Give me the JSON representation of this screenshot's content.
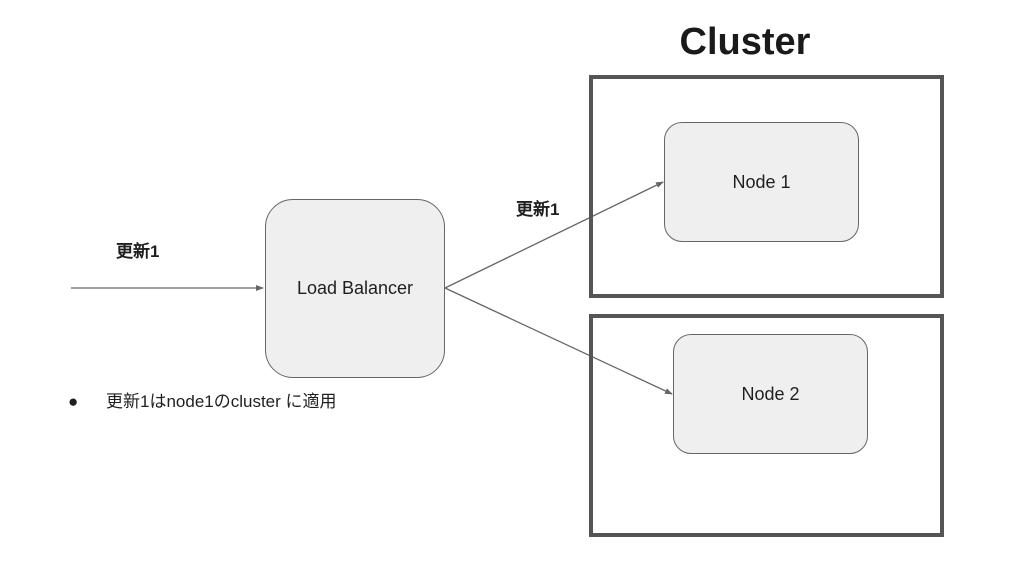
{
  "title": "Cluster",
  "nodes": {
    "load_balancer": "Load Balancer",
    "node_1": "Node 1",
    "node_2": "Node 2"
  },
  "labels": {
    "incoming": "更新1",
    "to_node_1": "更新1"
  },
  "note": {
    "bullet": "●",
    "text": "更新1はnode1のcluster に適用"
  },
  "colors": {
    "node_fill": "#efefef",
    "node_border": "#666666",
    "cluster_border": "#555555",
    "arrow": "#666666"
  }
}
